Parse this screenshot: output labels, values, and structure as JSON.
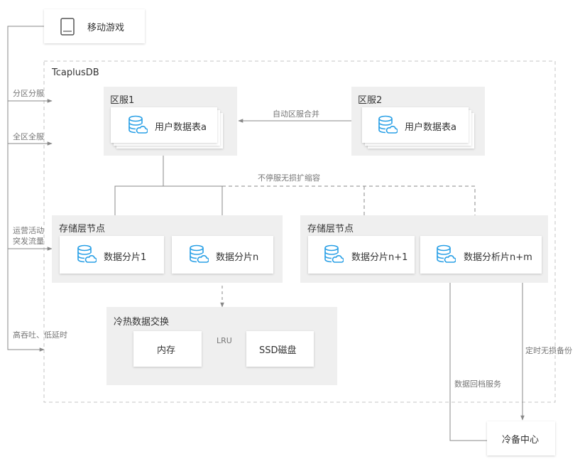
{
  "client": {
    "label": "移动游戏",
    "icon": "tablet-icon"
  },
  "cluster": {
    "title": "TcaplusDB"
  },
  "side_labels": {
    "partition": "分区分服",
    "global": "全区全服",
    "burst_line1": "运营活动",
    "burst_line2": "突发流量",
    "throughput": "高吞吐、低延时"
  },
  "zone1": {
    "title": "区服1",
    "table_label": "用户数据表a"
  },
  "zone2": {
    "title": "区服2",
    "table_label": "用户数据表a"
  },
  "merge_label": "自动区服合并",
  "scale_label": "不停服无损扩缩容",
  "storage_left": {
    "title": "存储层节点",
    "shards": [
      "数据分片1",
      "数据分片n"
    ]
  },
  "storage_right": {
    "title": "存储层节点",
    "shards": [
      "数据分片n+1",
      "数据分析片n+m"
    ]
  },
  "hotcold": {
    "title": "冷热数据交换",
    "memory": "内存",
    "ssd": "SSD磁盘",
    "lru": "LRU"
  },
  "backup": {
    "label": "冷备中心",
    "scheduled": "定时无损备份",
    "restore": "数据回档服务"
  },
  "colors": {
    "accent": "#2aa0e6",
    "line": "#888888",
    "panel": "#efefef"
  }
}
